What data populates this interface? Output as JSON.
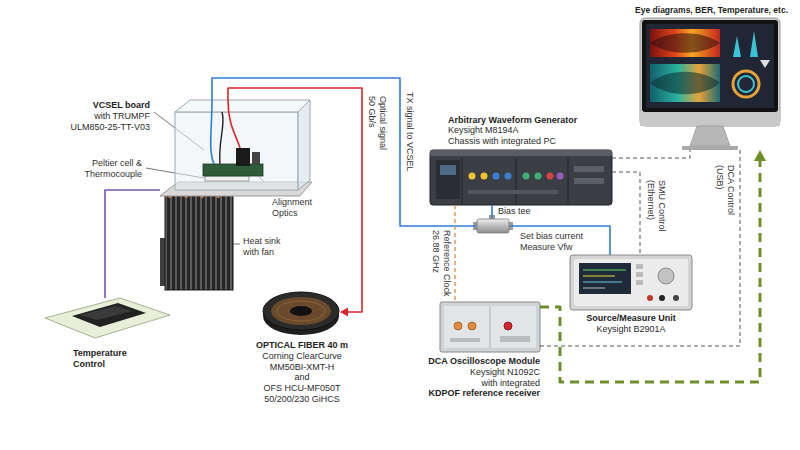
{
  "diagram": {
    "nodes": [
      {
        "text": [
          "VCSEL board",
          "with TRUMPF",
          "ULM850-25-TT-V03"
        ]
      },
      {
        "text": [
          "Temperature Control"
        ]
      },
      {
        "text": [
          "OPTICAL FIBER 40 m",
          "Corning ClearCurve MM50BI-XMT-H",
          "and",
          "OFS HCU-MF050T 50/200/230 GiHCS"
        ]
      },
      {
        "text": [
          "Arbitrary Waveform Generator",
          "Keysight M8194A",
          "Chassis with integrated PC"
        ]
      },
      {
        "text": [
          "Bias tee"
        ]
      },
      {
        "text": [
          "Source/Measure Unit",
          "Keysight B2901A"
        ]
      },
      {
        "text": [
          "DCA Oscilloscope Module",
          "Keysight N1092C",
          "with integrated",
          "KDPOF reference receiver"
        ]
      },
      {
        "text": [
          "Eye diagrams, BER, Temperature, etc."
        ]
      }
    ],
    "edges": [
      {
        "from": 0,
        "to": 2,
        "label": "Optical signal 50 Gb/s",
        "arrow": "to"
      },
      {
        "from": 4,
        "to": 0,
        "label": "TX signal to VCSEL",
        "arrow": "none"
      },
      {
        "from": 3,
        "to": 4,
        "arrow": "none"
      },
      {
        "from": 4,
        "to": 5,
        "label": "Set bias current Measure Vfw",
        "arrow": "none"
      },
      {
        "from": 3,
        "to": 6,
        "label": "Reference Clock 26.88 GHz",
        "arrow": "none"
      },
      {
        "from": 3,
        "to": 5,
        "label": "SMU Control (Ethernet)",
        "arrow": "none"
      },
      {
        "from": 3,
        "to": 7,
        "arrow": "none"
      },
      {
        "from": 7,
        "to": 6,
        "label": "DCA Control (USB)",
        "arrow": "none"
      },
      {
        "from": 6,
        "to": 7,
        "arrow": "to"
      },
      {
        "from": 1,
        "to": 0,
        "arrow": "none"
      }
    ],
    "labels": [
      "Peltier cell & Thermocouple",
      "Alignment Optics",
      "Heat sink with fan"
    ]
  }
}
